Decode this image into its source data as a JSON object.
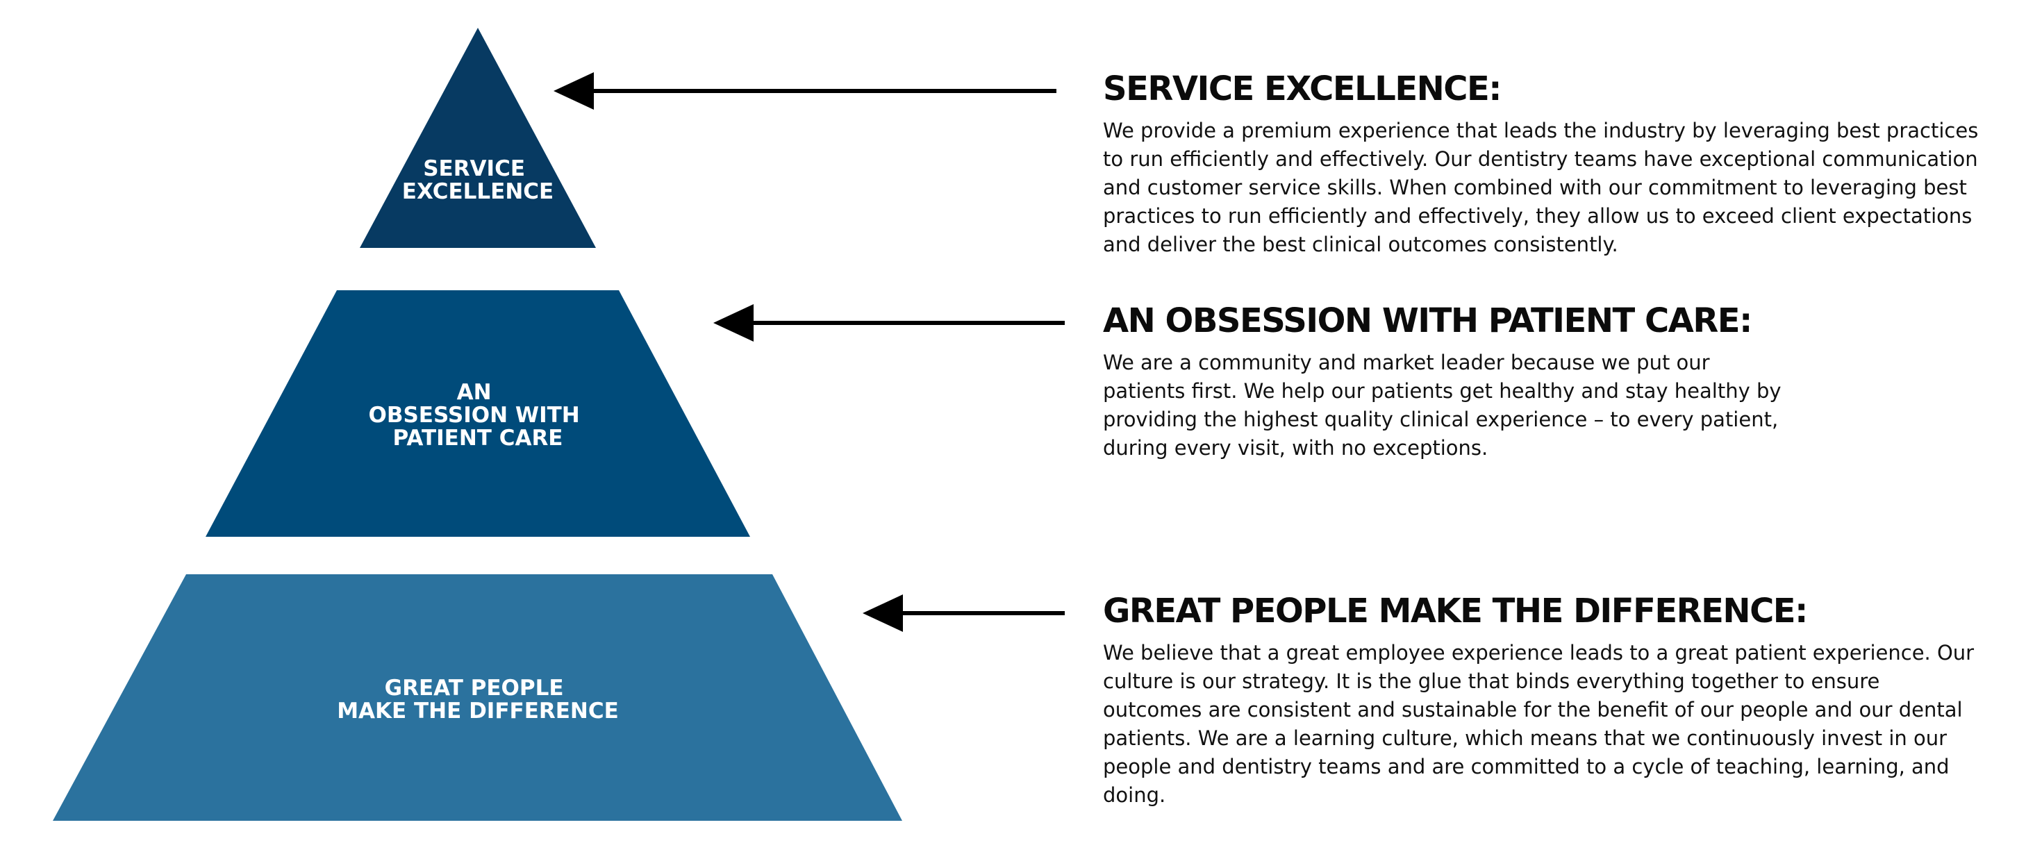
{
  "colors": {
    "top_tier": "#073a62",
    "middle_tier": "#004b7a",
    "bottom_tier": "#2b729e",
    "arrow": "#000000",
    "heading_text": "#0b0b0b",
    "body_text": "#111111"
  },
  "pyramid": {
    "top": {
      "label_lines": [
        "SERVICE",
        "EXCELLENCE"
      ]
    },
    "middle": {
      "label_lines": [
        "AN",
        "OBSESSION WITH",
        "PATIENT CARE"
      ]
    },
    "bottom": {
      "label_lines": [
        "GREAT PEOPLE",
        "MAKE THE DIFFERENCE"
      ]
    }
  },
  "sections": {
    "service": {
      "heading": "SERVICE EXCELLENCE:",
      "body": "We provide a premium experience that leads the industry by leveraging best practices to run efficiently and effectively. Our dentistry teams have exceptional communication and customer service skills. When combined with our commitment to leveraging best practices to run efficiently and effectively, they allow us to exceed client expectations and deliver the best clinical outcomes consistently."
    },
    "patient": {
      "heading": "AN OBSESSION WITH PATIENT CARE:",
      "body": "We are a community and market leader because we put our patients first. We help our patients get healthy and stay healthy by providing the highest quality clinical experience – to every patient, during every visit, with no exceptions."
    },
    "people": {
      "heading": "GREAT PEOPLE MAKE THE DIFFERENCE:",
      "body": "We believe that a great employee experience leads to a great patient experience. Our culture is our strategy. It is the glue that binds everything together to ensure outcomes are consistent and sustainable for the benefit of our people and our dental patients. We are a learning culture, which means that we continuously invest in our people and dentistry teams and are committed to a cycle of teaching, learning, and doing."
    }
  }
}
